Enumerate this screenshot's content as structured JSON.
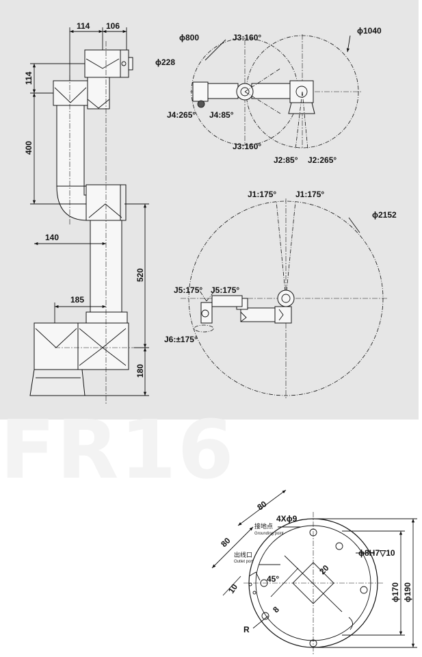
{
  "watermark": "FR16",
  "side_view": {
    "dims": {
      "d114_top": "114",
      "d106": "106",
      "d114_left": "114",
      "d400": "400",
      "d140": "140",
      "d520": "520",
      "d185": "185",
      "d180": "180"
    }
  },
  "top_view": {
    "dia800": "ϕ800",
    "dia1040": "ϕ1040",
    "dia228": "ϕ228",
    "j3_top": "J3:160°",
    "j3_bot": "J3:160°",
    "j4_a": "J4:265°",
    "j4_b": "J4:85°",
    "j2_a": "J2:85°",
    "j2_b": "J2:265°"
  },
  "base_view": {
    "dia2152": "ϕ2152",
    "j1_a": "J1:175°",
    "j1_b": "J1:175°",
    "j5_a": "J5:175°",
    "j5_b": "J5:175°",
    "j6": "J6:±175°"
  },
  "flange": {
    "d80_a": "80",
    "d80_b": "80",
    "holes": "4Xϕ9",
    "ground_cn": "接地点",
    "ground_en": "Grounding point",
    "outlet_cn": "出线口",
    "outlet_en": "Outlet port",
    "angle": "45°",
    "d20": "20",
    "d10": "10",
    "d8": "8",
    "r": "R",
    "pin": "ϕ8H7▽10",
    "dia170": "ϕ170",
    "dia190": "ϕ190"
  }
}
